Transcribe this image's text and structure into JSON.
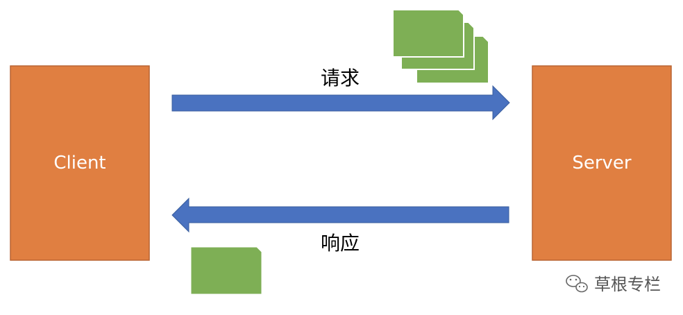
{
  "nodes": {
    "client": {
      "label": "Client"
    },
    "server": {
      "label": "Server"
    }
  },
  "edges": {
    "request": {
      "label": "请求",
      "direction": "client-to-server"
    },
    "response": {
      "label": "响应",
      "direction": "server-to-client"
    }
  },
  "watermark": {
    "text": "草根专栏",
    "icon": "wechat-icon"
  },
  "colors": {
    "node_fill": "#E07F41",
    "node_stroke": "#B96432",
    "arrow_fill": "#4A72C0",
    "arrow_stroke": "#3A5E9E",
    "packet_fill": "#7EAF55",
    "packet_stroke": "#ffffff"
  }
}
